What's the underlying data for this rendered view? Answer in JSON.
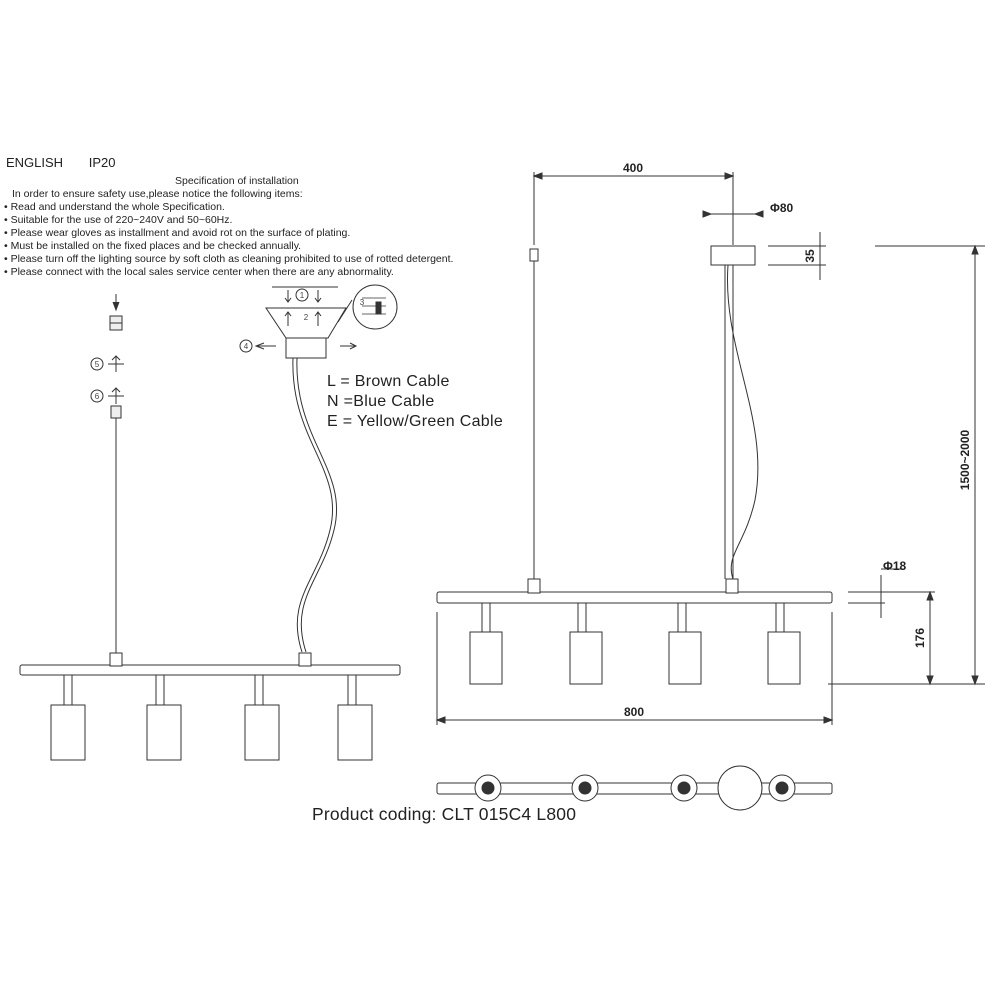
{
  "header": {
    "language": "ENGLISH",
    "rating": "IP20"
  },
  "spec": {
    "title": "Specification of installation",
    "intro": "In order to ensure safety use,please notice the following items:",
    "items": [
      "Read and understand the whole Specification.",
      "Suitable for the use of 220~240V and 50~60Hz.",
      "Please wear gloves as installment and avoid rot on the surface of plating.",
      "Must be installed on the fixed places and be checked annually.",
      "Please turn off the lighting source by soft cloth as cleaning prohibited to use of rotted detergent.",
      "Please connect with the local sales service center when there are any abnormality."
    ]
  },
  "cables": [
    {
      "code": "L",
      "text": "L = Brown Cable"
    },
    {
      "code": "N",
      "text": "N =Blue Cable"
    },
    {
      "code": "E",
      "text": "E = Yellow/Green Cable"
    }
  ],
  "steps": [
    "1",
    "2",
    "3",
    "4",
    "5",
    "6"
  ],
  "dimensions": {
    "length_between_cables": "400",
    "canopy_diameter": "Φ80",
    "canopy_height": "35",
    "total_height": "1500~2000",
    "bar_diameter": "Φ18",
    "spot_height": "176",
    "bar_length": "800"
  },
  "product_coding": "Product coding: CLT 015C4 L800"
}
